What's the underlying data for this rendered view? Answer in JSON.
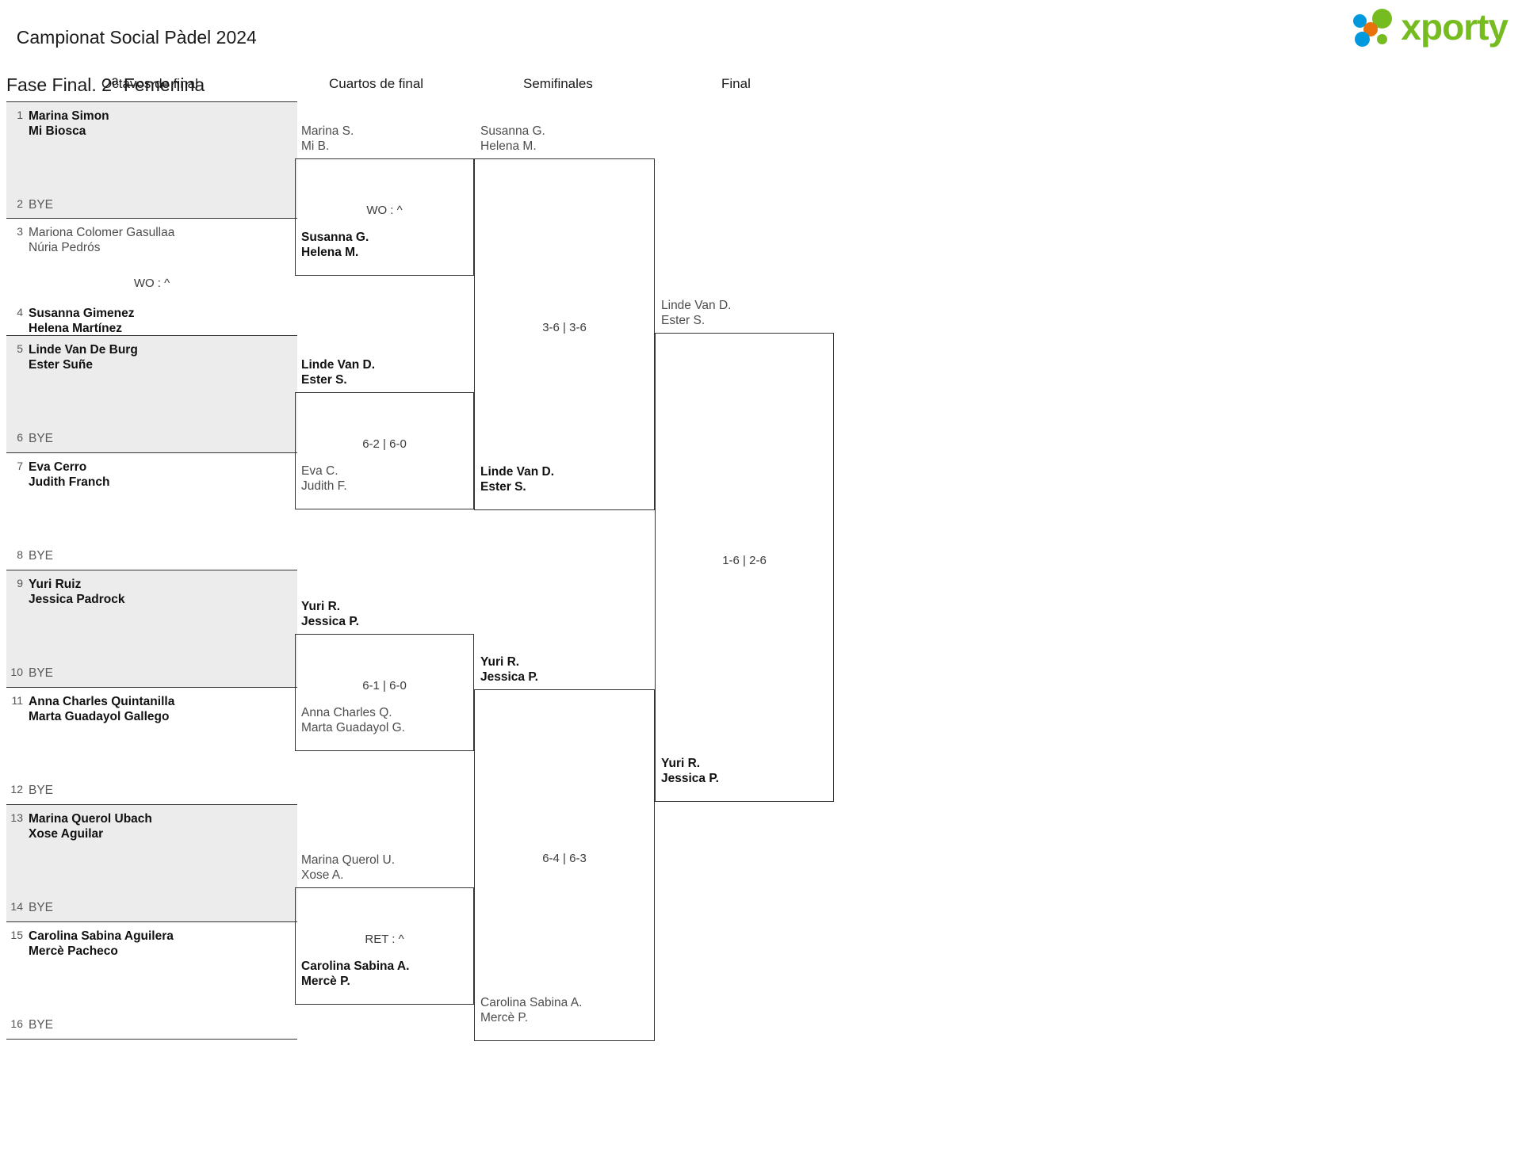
{
  "header": {
    "title_line1": "Campionat Social Pàdel 2024",
    "title_line2": "Fase Final. 2ª Femenina",
    "logo_text": "xporty",
    "logo_colors": {
      "green": "#76bc21",
      "blue": "#0099dd",
      "orange": "#e8720c"
    }
  },
  "rounds": [
    {
      "label": "Octavos de final"
    },
    {
      "label": "Cuartos de final"
    },
    {
      "label": "Semifinales"
    },
    {
      "label": "Final"
    }
  ],
  "round1": {
    "matches": [
      {
        "score": "",
        "top": {
          "seed": "1",
          "names": "Marina Simon\nMi Biosca",
          "state": "winner"
        },
        "bottom": {
          "seed": "2",
          "names": "BYE",
          "state": "bye"
        }
      },
      {
        "score": "WO : ^",
        "top": {
          "seed": "3",
          "names": "Mariona Colomer Gasullaa\nNúria Pedrós",
          "state": "loser"
        },
        "bottom": {
          "seed": "4",
          "names": "Susanna Gimenez\nHelena Martínez",
          "state": "winner"
        }
      },
      {
        "score": "",
        "top": {
          "seed": "5",
          "names": "Linde Van De Burg\nEster Suñe",
          "state": "winner"
        },
        "bottom": {
          "seed": "6",
          "names": "BYE",
          "state": "bye"
        }
      },
      {
        "score": "",
        "top": {
          "seed": "7",
          "names": "Eva Cerro\nJudith Franch",
          "state": "winner"
        },
        "bottom": {
          "seed": "8",
          "names": "BYE",
          "state": "bye"
        }
      },
      {
        "score": "",
        "top": {
          "seed": "9",
          "names": "Yuri Ruiz\nJessica Padrock",
          "state": "winner"
        },
        "bottom": {
          "seed": "10",
          "names": "BYE",
          "state": "bye"
        }
      },
      {
        "score": "",
        "top": {
          "seed": "11",
          "names": "Anna Charles Quintanilla\nMarta Guadayol Gallego",
          "state": "winner"
        },
        "bottom": {
          "seed": "12",
          "names": "BYE",
          "state": "bye"
        }
      },
      {
        "score": "",
        "top": {
          "seed": "13",
          "names": "Marina Querol Ubach\nXose Aguilar",
          "state": "winner"
        },
        "bottom": {
          "seed": "14",
          "names": "BYE",
          "state": "bye"
        }
      },
      {
        "score": "",
        "top": {
          "seed": "15",
          "names": "Carolina Sabina Aguilera\nMercè Pacheco",
          "state": "winner"
        },
        "bottom": {
          "seed": "16",
          "names": "BYE",
          "state": "bye"
        }
      }
    ]
  },
  "round2": {
    "matches": [
      {
        "score": "WO : ^",
        "top": {
          "names": "Marina S.\nMi B.",
          "state": "loser"
        },
        "bottom": {
          "names": "Susanna G.\nHelena M.",
          "state": "winner"
        }
      },
      {
        "score": "6-2 | 6-0",
        "top": {
          "names": "Linde Van D.\nEster S.",
          "state": "winner"
        },
        "bottom": {
          "names": "Eva C.\nJudith F.",
          "state": "loser"
        }
      },
      {
        "score": "6-1 | 6-0",
        "top": {
          "names": "Yuri R.\nJessica P.",
          "state": "winner"
        },
        "bottom": {
          "names": "Anna Charles Q.\nMarta Guadayol G.",
          "state": "loser"
        }
      },
      {
        "score": "RET : ^",
        "top": {
          "names": "Marina Querol U.\nXose A.",
          "state": "loser"
        },
        "bottom": {
          "names": "Carolina Sabina A.\nMercè P.",
          "state": "winner"
        }
      }
    ]
  },
  "round3": {
    "matches": [
      {
        "score": "3-6 | 3-6",
        "top": {
          "names": "Susanna G.\nHelena M.",
          "state": "loser"
        },
        "bottom": {
          "names": "Linde Van D.\nEster S.",
          "state": "winner"
        }
      },
      {
        "score": "6-4 | 6-3",
        "top": {
          "names": "Yuri R.\nJessica P.",
          "state": "winner"
        },
        "bottom": {
          "names": "Carolina Sabina A.\nMercè P.",
          "state": "loser"
        }
      }
    ]
  },
  "round4": {
    "matches": [
      {
        "score": "1-6 | 2-6",
        "top": {
          "names": "Linde Van D.\nEster S.",
          "state": "loser"
        },
        "bottom": {
          "names": "Yuri R.\nJessica P.",
          "state": "winner"
        }
      }
    ]
  }
}
